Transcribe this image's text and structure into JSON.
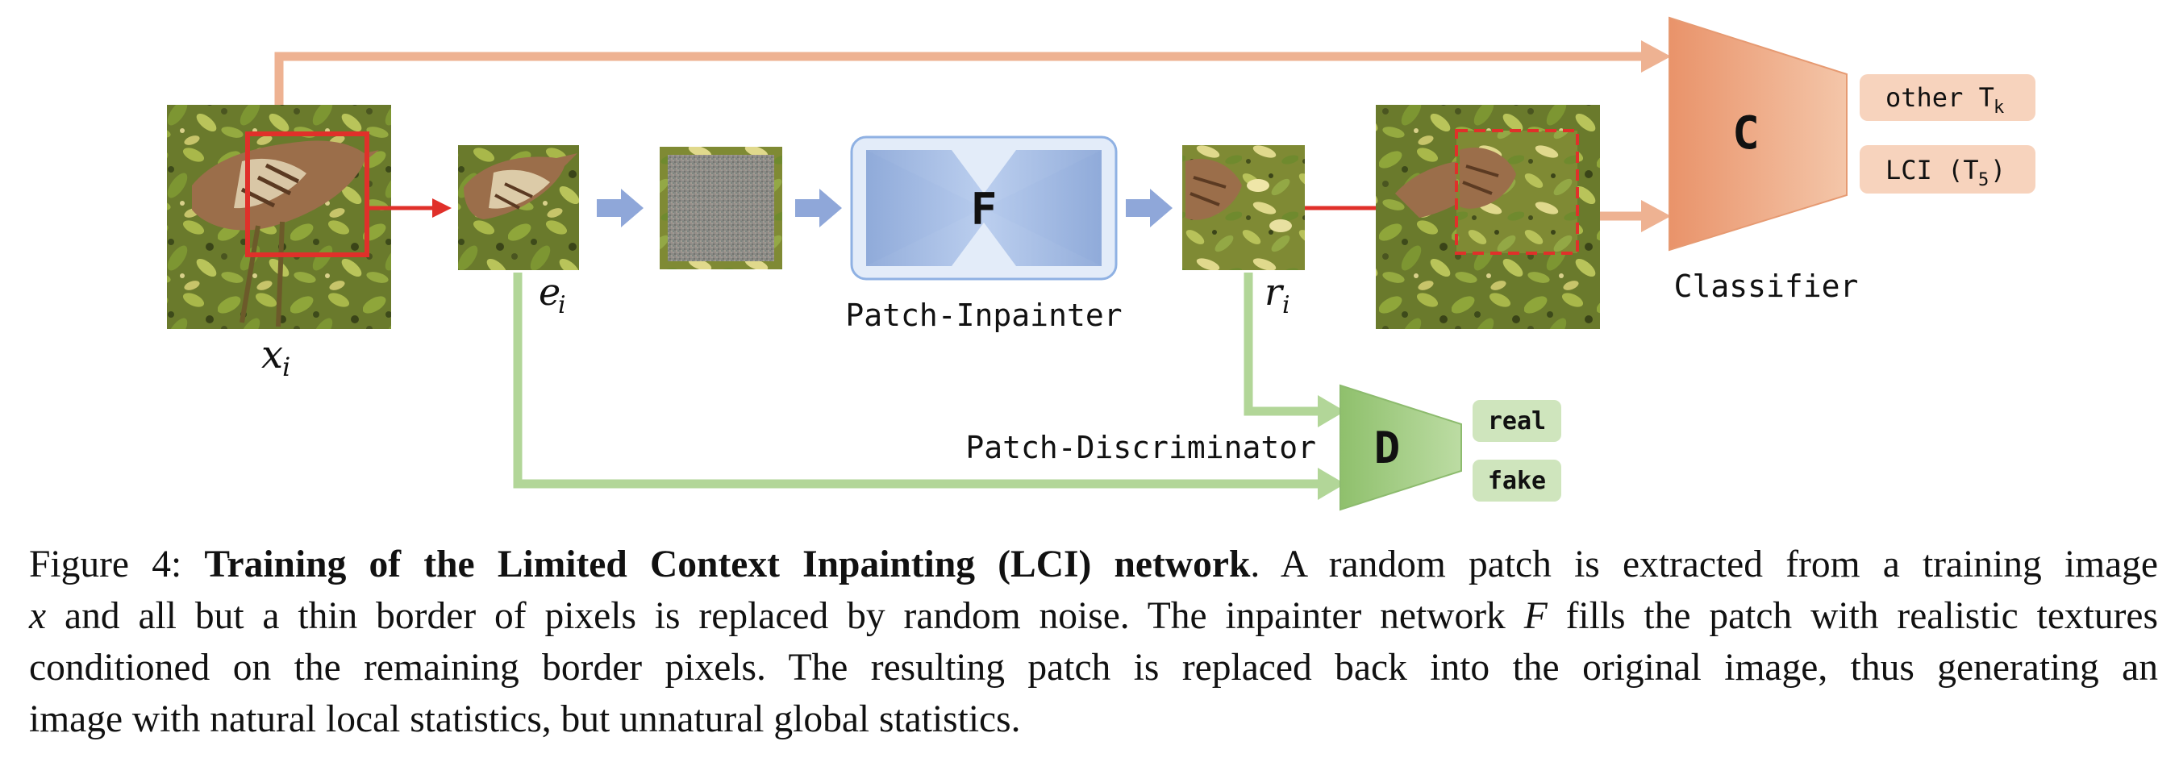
{
  "figure": {
    "label_xi": "x",
    "label_xi_sub": "i",
    "label_ei": "e",
    "label_ei_sub": "i",
    "label_ri": "r",
    "label_ri_sub": "i",
    "inpainter_letter": "F",
    "inpainter_label": "Patch-Inpainter",
    "discriminator_letter": "D",
    "discriminator_label": "Patch-Discriminator",
    "classifier_letter": "C",
    "classifier_label": "Classifier",
    "classifier_outputs": [
      {
        "text": "other T",
        "sub": "k"
      },
      {
        "text": "LCI (T",
        "sub": "5",
        "suffix": ")"
      }
    ],
    "discriminator_outputs": [
      "real",
      "fake"
    ],
    "colors": {
      "orange": "#e9a47f",
      "orange_light": "#f5d3bd",
      "green": "#a9cf8b",
      "green_dark": "#8dbb6e",
      "blue_arrow": "#8fa7d9",
      "blue_box": "#dde8f7",
      "blue_shape": "#9db6e3",
      "red": "#e0302a"
    }
  },
  "caption": {
    "prefix": "Figure 4: ",
    "bold_title": "Training of the Limited Context Inpainting (LCI) network",
    "line1_rest": ". A random patch is extracted from a training image",
    "line2_x": "x",
    "line2_a": " and all but a thin border of pixels is replaced by random noise. The inpainter network ",
    "line2_F": "F",
    "line2_b": " fills the patch with realistic textures",
    "line3": "conditioned on the remaining border pixels. The resulting patch is replaced back into the original image, thus generating an",
    "line4": "image with natural local statistics, but unnatural global statistics."
  }
}
